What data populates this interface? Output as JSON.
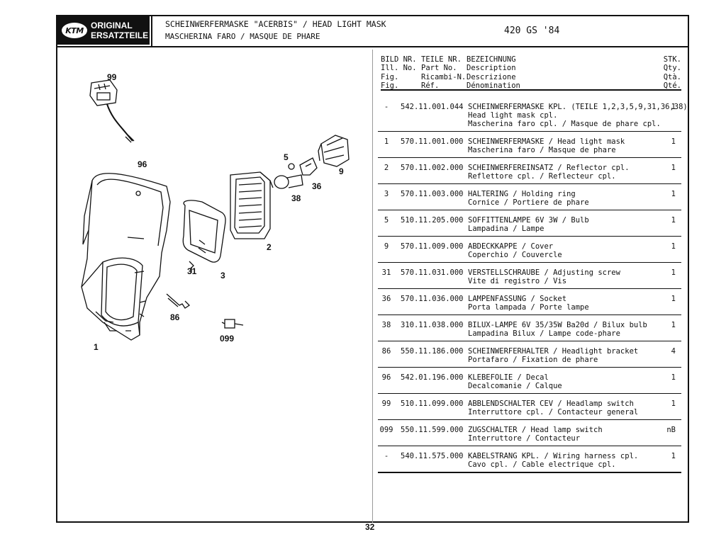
{
  "header": {
    "logo_top": "ORIGINAL",
    "logo_bottom": "ERSATZTEILE",
    "logo_mark": "KTM",
    "title_line1": "SCHEINWERFERMASKE \"ACERBIS\" / HEAD LIGHT MASK",
    "title_line2": "MASCHERINA FARO / MASQUE DE PHARE",
    "model": "420 GS '84"
  },
  "diagram": {
    "callouts": [
      "99",
      "96",
      "5",
      "9",
      "36",
      "38",
      "2",
      "31",
      "3",
      "86",
      "099",
      "1"
    ]
  },
  "table": {
    "headers": {
      "bild": "BILD NR.\nIll. No.\nFig.\nFig.",
      "teile": "TEILE NR.\nPart No.\nRicambi-N.\nRéf.",
      "bezeichnung": "BEZEICHNUNG\nDescription\nDescrizione\nDénomination",
      "qty": "STK.\nQty.\nQtà.\nQté."
    },
    "rows": [
      {
        "bild": "-",
        "part": "542.11.001.044",
        "desc": "SCHEINWERFERMASKE KPL. (TEILE 1,2,3,5,9,31,36,38)\nHead light mask cpl.\nMascherina faro cpl. / Masque de phare cpl.",
        "qty": "1"
      },
      {
        "bild": "1",
        "part": "570.11.001.000",
        "desc": "SCHEINWERFERMASKE / Head light mask\nMascherina faro / Masque de phare",
        "qty": "1"
      },
      {
        "bild": "2",
        "part": "570.11.002.000",
        "desc": "SCHEINWERFEREINSATZ / Reflector cpl.\nReflettore cpl. / Reflecteur cpl.",
        "qty": "1"
      },
      {
        "bild": "3",
        "part": "570.11.003.000",
        "desc": "HALTERING / Holding ring\nCornice / Portiere de phare",
        "qty": "1"
      },
      {
        "bild": "5",
        "part": "510.11.205.000",
        "desc": "SOFFITTENLAMPE 6V 3W / Bulb\nLampadina / Lampe",
        "qty": "1"
      },
      {
        "bild": "9",
        "part": "570.11.009.000",
        "desc": "ABDECKKAPPE / Cover\nCoperchio / Couvercle",
        "qty": "1"
      },
      {
        "bild": "31",
        "part": "570.11.031.000",
        "desc": "VERSTELLSCHRAUBE / Adjusting screw\nVite di registro / Vis",
        "qty": "1"
      },
      {
        "bild": "36",
        "part": "570.11.036.000",
        "desc": "LAMPENFASSUNG / Socket\nPorta lampada / Porte lampe",
        "qty": "1"
      },
      {
        "bild": "38",
        "part": "310.11.038.000",
        "desc": "BILUX-LAMPE 6V 35/35W Ba20d / Bilux bulb\nLampadina Bilux / Lampe code-phare",
        "qty": "1"
      },
      {
        "bild": "86",
        "part": "550.11.186.000",
        "desc": "SCHEINWERFERHALTER / Headlight bracket\nPortafaro / Fixation de phare",
        "qty": "4"
      },
      {
        "bild": "96",
        "part": "542.01.196.000",
        "desc": "KLEBEFOLIE / Decal\nDecalcomanie / Calque",
        "qty": "1"
      },
      {
        "bild": "99",
        "part": "510.11.099.000",
        "desc": "ABBLENDSCHALTER CEV / Headlamp switch\nInterruttore cpl. / Contacteur general",
        "qty": "1"
      },
      {
        "bild": "099",
        "part": "550.11.599.000",
        "desc": "ZUGSCHALTER / Head lamp switch\nInterruttore / Contacteur",
        "qty": "nB"
      },
      {
        "bild": "-",
        "part": "540.11.575.000",
        "desc": "KABELSTRANG KPL. / Wiring harness cpl.\nCavo cpl. / Cable electrique cpl.",
        "qty": "1"
      }
    ]
  },
  "footer": {
    "page_number": "32"
  }
}
